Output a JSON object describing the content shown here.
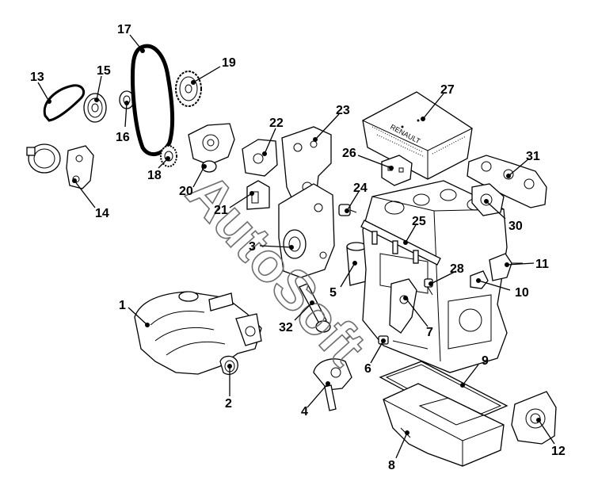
{
  "watermark": "AutoSoft",
  "brand_label": "RENAULT",
  "callouts": [
    {
      "id": "c1",
      "label": "1"
    },
    {
      "id": "c2",
      "label": "2"
    },
    {
      "id": "c3",
      "label": "3"
    },
    {
      "id": "c4",
      "label": "4"
    },
    {
      "id": "c5",
      "label": "5"
    },
    {
      "id": "c6",
      "label": "6"
    },
    {
      "id": "c7",
      "label": "7"
    },
    {
      "id": "c8",
      "label": "8"
    },
    {
      "id": "c9",
      "label": "9"
    },
    {
      "id": "c10",
      "label": "10"
    },
    {
      "id": "c11",
      "label": "11"
    },
    {
      "id": "c12",
      "label": "12"
    },
    {
      "id": "c13",
      "label": "13"
    },
    {
      "id": "c14",
      "label": "14"
    },
    {
      "id": "c15",
      "label": "15"
    },
    {
      "id": "c16",
      "label": "16"
    },
    {
      "id": "c17",
      "label": "17"
    },
    {
      "id": "c18",
      "label": "18"
    },
    {
      "id": "c19",
      "label": "19"
    },
    {
      "id": "c20",
      "label": "20"
    },
    {
      "id": "c21",
      "label": "21"
    },
    {
      "id": "c22",
      "label": "22"
    },
    {
      "id": "c23",
      "label": "23"
    },
    {
      "id": "c24",
      "label": "24"
    },
    {
      "id": "c25",
      "label": "25"
    },
    {
      "id": "c26",
      "label": "26"
    },
    {
      "id": "c27",
      "label": "27"
    },
    {
      "id": "c28",
      "label": "28"
    },
    {
      "id": "c30",
      "label": "30"
    },
    {
      "id": "c31",
      "label": "31"
    },
    {
      "id": "c32",
      "label": "32"
    }
  ]
}
